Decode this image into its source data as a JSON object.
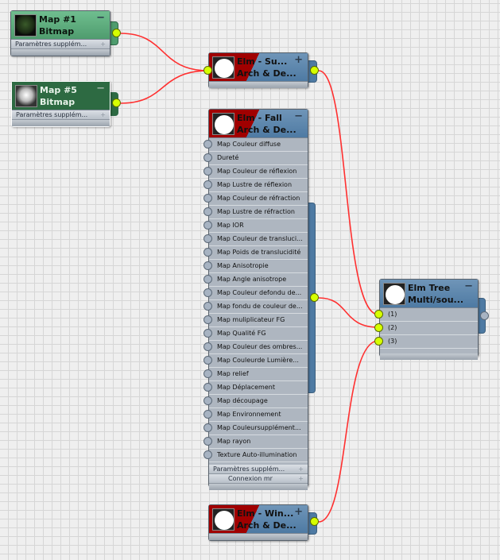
{
  "nodes": {
    "map1": {
      "name": "Map #1",
      "type": "Bitmap",
      "param": "Paramètres supplém...",
      "control": "−"
    },
    "map5": {
      "name": "Map #5",
      "type": "Bitmap",
      "param": "Paramètres supplém...",
      "control": "−"
    },
    "elm_su": {
      "name": "Elm - Su...",
      "type": "Arch & De...",
      "control": "+"
    },
    "elm_fall": {
      "name": "Elm - Fall",
      "type": "Arch & De...",
      "control": "−",
      "slots": [
        "Map Couleur diffuse",
        "Dureté",
        "Map Couleur de réflexion",
        "Map Lustre de réflexion",
        "Map Couleur de réfraction",
        "Map Lustre de réfraction",
        "Map IOR",
        "Map Couleur de transluci...",
        "Map Poids de translucidité",
        "Map Anisotropie",
        "Map Angle anisotrope",
        "Map Couleur defondu de...",
        "Map fondu de couleur de...",
        "Map muliplicateur FG",
        "Map Qualité FG",
        "Map Couleur des ombres...",
        "Map Couleurde Lumière...",
        "Map relief",
        "Map Déplacement",
        "Map découpage",
        "Map Environnement",
        "Map Couleursupplément...",
        "Map rayon",
        "Texture Auto-illumination"
      ],
      "params": [
        "Paramètres supplém...",
        "Connexion mr"
      ]
    },
    "elm_win": {
      "name": "Elm - Win...",
      "type": "Arch & De...",
      "control": "+"
    },
    "elm_tree": {
      "name": "Elm Tree",
      "type": "Multi/sou...",
      "control": "−",
      "slots": [
        "(1)",
        "(2)",
        "(3)"
      ]
    }
  },
  "colors": {
    "wire": "#ff3030",
    "socket_connected": "#d7ff00",
    "material_header": "#4e7aa3",
    "map_header": "#4f9c6e"
  }
}
